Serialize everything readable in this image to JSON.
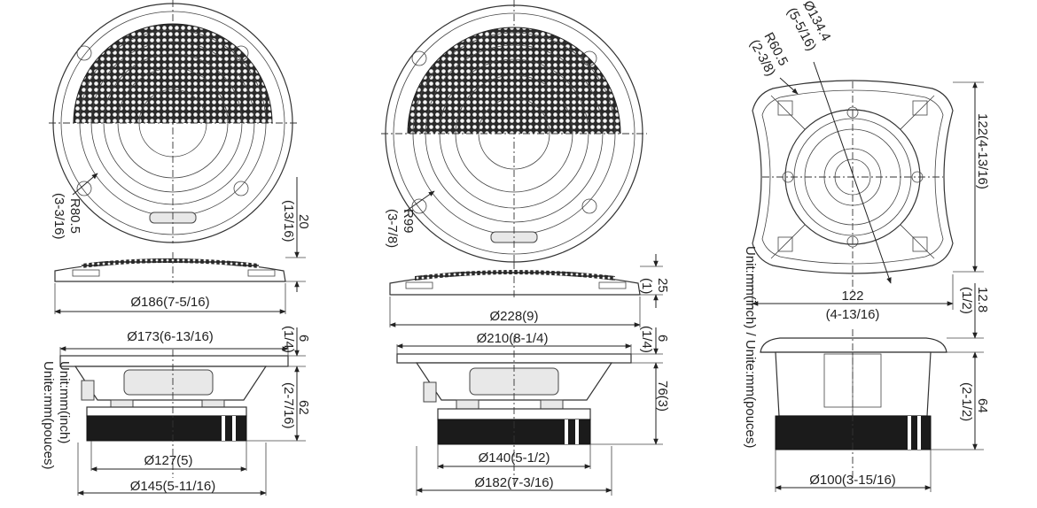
{
  "speaker_6_5": {
    "radius_label": [
      "R80.5",
      "(3-3/16)"
    ],
    "grille_height": [
      "20",
      "(13/16)"
    ],
    "grille_diameter": "Ø186(7-5/16)",
    "flange_diameter": "Ø173(6-13/16)",
    "flange_thickness": [
      "6",
      "(1/4)"
    ],
    "mount_depth": [
      "62",
      "(2-7/16)"
    ],
    "magnet_diameter": "Ø127(5)",
    "cutout_diameter": "Ø145(5-11/16)",
    "unit_lines": [
      "Unit:mm(inch)",
      "Unite:mm(pouces)"
    ]
  },
  "speaker_8": {
    "radius_label": [
      "R99",
      "(3-7/8)"
    ],
    "grille_height": [
      "25",
      "(1)"
    ],
    "grille_diameter": "Ø228(9)",
    "flange_diameter": "Ø210(8-1/4)",
    "flange_thickness": [
      "6",
      "(1/4)"
    ],
    "mount_depth": [
      "76(3)"
    ],
    "magnet_diameter": "Ø140(5-1/2)",
    "cutout_diameter": "Ø182(7-3/16)"
  },
  "tweeter": {
    "diagonal": [
      "Ø134.4",
      "(5-5/16)"
    ],
    "radius_label": [
      "R60.5",
      "(2-3/8)"
    ],
    "height": "122(4-13/16)",
    "width": [
      "122",
      "(4-13/16)"
    ],
    "flange_thickness": [
      "12.8",
      "(1/2)"
    ],
    "depth": [
      "64",
      "(2-1/2)"
    ],
    "magnet_diameter": "Ø100(3-15/16)",
    "unit_line": "Unit:mm(inch) / Unite:mm(pouces)"
  }
}
